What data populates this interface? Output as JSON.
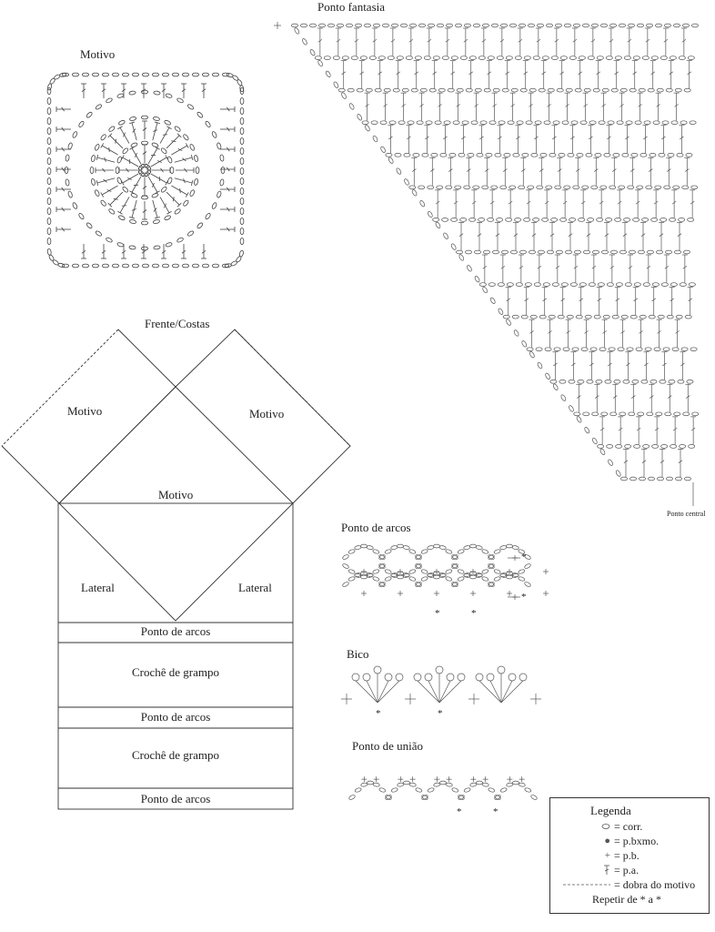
{
  "labels": {
    "motivo_title": "Motivo",
    "ponto_fantasia": "Ponto fantasia",
    "ponto_central": "Ponto central",
    "frente_costas": "Frente/Costas",
    "motivo_left": "Motivo",
    "motivo_right": "Motivo",
    "motivo_center": "Motivo",
    "lateral_left": "Lateral",
    "lateral_right": "Lateral",
    "ponto_de_arcos_title": "Ponto de arcos",
    "bico_title": "Bico",
    "ponto_de_uniao_title": "Ponto de união"
  },
  "bands": [
    "Ponto de arcos",
    "Crochê de grampo",
    "Ponto de arcos",
    "Crochê de grampo",
    "Ponto de arcos"
  ],
  "legend": {
    "title": "Legenda",
    "items": [
      {
        "symbol": "oval",
        "text": "= corr."
      },
      {
        "symbol": "dot",
        "text": "= p.bxmo."
      },
      {
        "symbol": "plus",
        "text": "= p.b."
      },
      {
        "symbol": "stick",
        "text": "= p.a."
      },
      {
        "symbol": "dashed",
        "text": "= dobra do motivo"
      }
    ],
    "repeat": "Repetir de * a *"
  },
  "marks": {
    "asterisk": "*"
  }
}
